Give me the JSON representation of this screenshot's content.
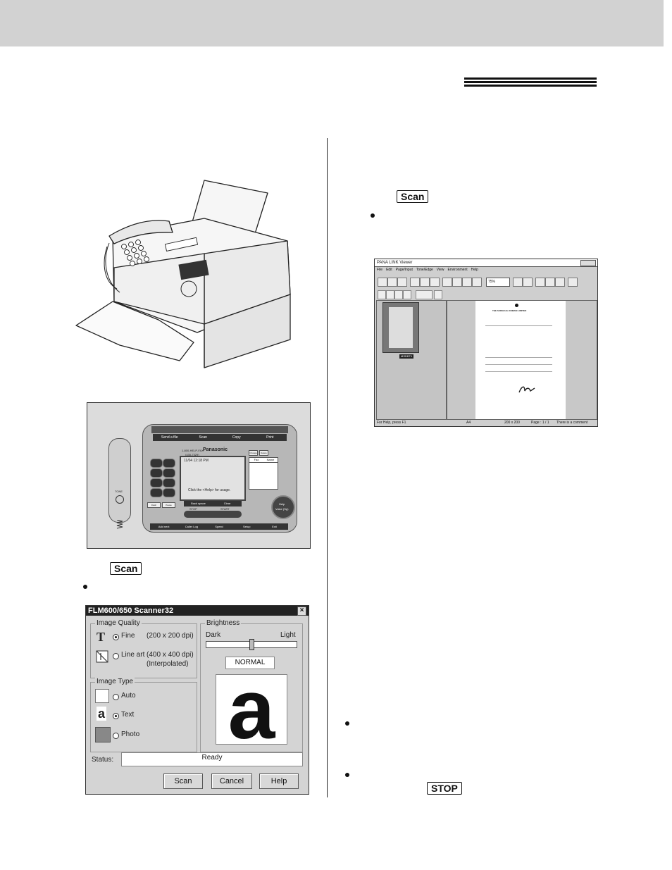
{
  "keys": {
    "scan": "Scan",
    "stop": "STOP"
  },
  "scanner_dialog": {
    "title": "FLM600/650 Scanner32",
    "image_quality": {
      "label": "Image Quality",
      "options": [
        {
          "label": "Fine",
          "detail": "(200 x 200 dpi)",
          "selected": true
        },
        {
          "label": "Line art",
          "detail": "(400 x 400 dpi)",
          "detail2": "(Interpolated)",
          "selected": false
        }
      ]
    },
    "image_type": {
      "label": "Image Type",
      "options": [
        {
          "label": "Auto",
          "selected": false
        },
        {
          "label": "Text",
          "selected": true
        },
        {
          "label": "Photo",
          "selected": false
        }
      ]
    },
    "brightness": {
      "label": "Brightness",
      "dark": "Dark",
      "light": "Light",
      "value_text": "NORMAL",
      "level": 0.5
    },
    "preview_letter": "a",
    "status_label": "Status:",
    "status_value": "Ready",
    "buttons": {
      "scan": "Scan",
      "cancel": "Cancel",
      "help": "Help"
    },
    "close": "×"
  },
  "phone_app": {
    "tabs": [
      "Send a file",
      "Scan",
      "Copy",
      "Print"
    ],
    "brand": "Panasonic",
    "number_line1": "1-800-HELP-FAX",
    "number_line2": "(435-7329)",
    "lcd_line": "11/04 12:18 PM",
    "lcd_hint": "Click the <Help> for usage.",
    "lcd_buttons": [
      "Back space",
      "Clear"
    ],
    "side_buttons": [
      "Change",
      "Delete"
    ],
    "table_headers": [
      "Fax",
      "Name"
    ],
    "function_buttons": [
      "Flash",
      "Pause"
    ],
    "start_stop": [
      "STOP",
      "START"
    ],
    "big_button_line1": "Help",
    "big_button_line2": "Voice (Sp)",
    "bottom_tabs": [
      "Add next",
      "Caller Log",
      "Speed",
      "Setup",
      "Exit"
    ],
    "handset_label": "TONE"
  },
  "viewer": {
    "title": "PANA LINK Viewer",
    "menu": [
      "File",
      "Edit",
      "Page/Input",
      "Tone/Edge",
      "View",
      "Environment",
      "Help"
    ],
    "zoom": "75%",
    "status": [
      "For Help, press F1",
      "A4",
      "200 x 200",
      "Page : 1 / 1",
      "There is a comment"
    ],
    "thumb_label": "MSDEF1",
    "doc_heading": "THE SURGICAL DOMAIN LIMITED"
  }
}
